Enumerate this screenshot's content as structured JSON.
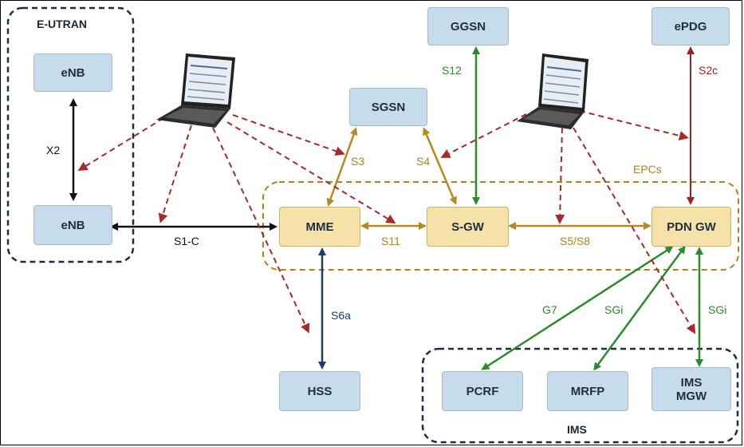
{
  "groups": {
    "eutran": "E-UTRAN",
    "epcs": "EPCs",
    "ims": "IMS"
  },
  "nodes": {
    "enb_top": "eNB",
    "enb_bottom": "eNB",
    "sgsn": "SGSN",
    "ggsn": "GGSN",
    "epdg": "ePDG",
    "mme": "MME",
    "sgw": "S-GW",
    "pdngw": "PDN GW",
    "hss": "HSS",
    "pcrf": "PCRF",
    "mrfp": "MRFP",
    "imsmgw": "IMS\nMGW"
  },
  "edges": {
    "x2": "X2",
    "s1c": "S1-C",
    "s3": "S3",
    "s4": "S4",
    "s11": "S11",
    "s12": "S12",
    "s2c": "S2c",
    "s5s8": "S5/S8",
    "s6a": "S6a",
    "g7": "G7",
    "sgi1": "SGi",
    "sgi2": "SGi"
  },
  "devices": [
    "laptop-analyzer-icon",
    "laptop-analyzer-icon"
  ],
  "colors": {
    "black": "#111111",
    "gold": "#b58a1e",
    "green": "#2b8a2b",
    "red": "#a32020",
    "navy": "#1d3a6e",
    "node_blue": "#c6dcea",
    "node_gold": "#f6e1a8",
    "dashed_red": "#a52a2a"
  }
}
